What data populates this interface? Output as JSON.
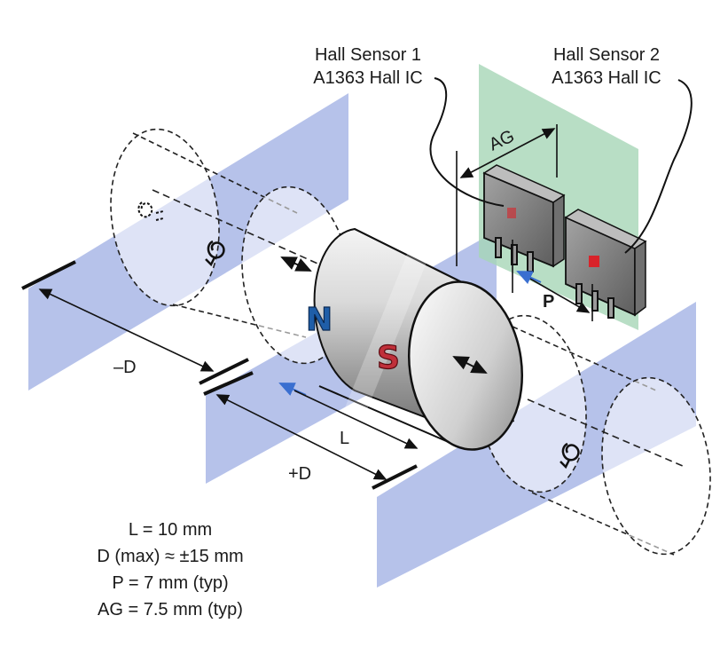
{
  "sensors": [
    {
      "name": "Hall Sensor 1",
      "ic": "A1363 Hall IC"
    },
    {
      "name": "Hall Sensor 2",
      "ic": "A1363 Hall IC"
    }
  ],
  "labels": {
    "air_gap": "AG",
    "pitch": "P",
    "length": "L",
    "minus_d": "–D",
    "plus_d": "+D"
  },
  "magnet": {
    "north": "N",
    "south": "S"
  },
  "specs": [
    "L = 10 mm",
    "D (max) ≈ ±15 mm",
    "P = 7 mm (typ)",
    "AG = 7.5 mm (typ)"
  ],
  "colors": {
    "plane": "#a9b7e6",
    "pcb": "#a6d6b6",
    "north": "#1f5ea8",
    "south": "#c0303a",
    "sensor_body": "#8c8c8c",
    "sensor_die": "#d8232a",
    "arrow_blue": "#3a6fd0"
  }
}
